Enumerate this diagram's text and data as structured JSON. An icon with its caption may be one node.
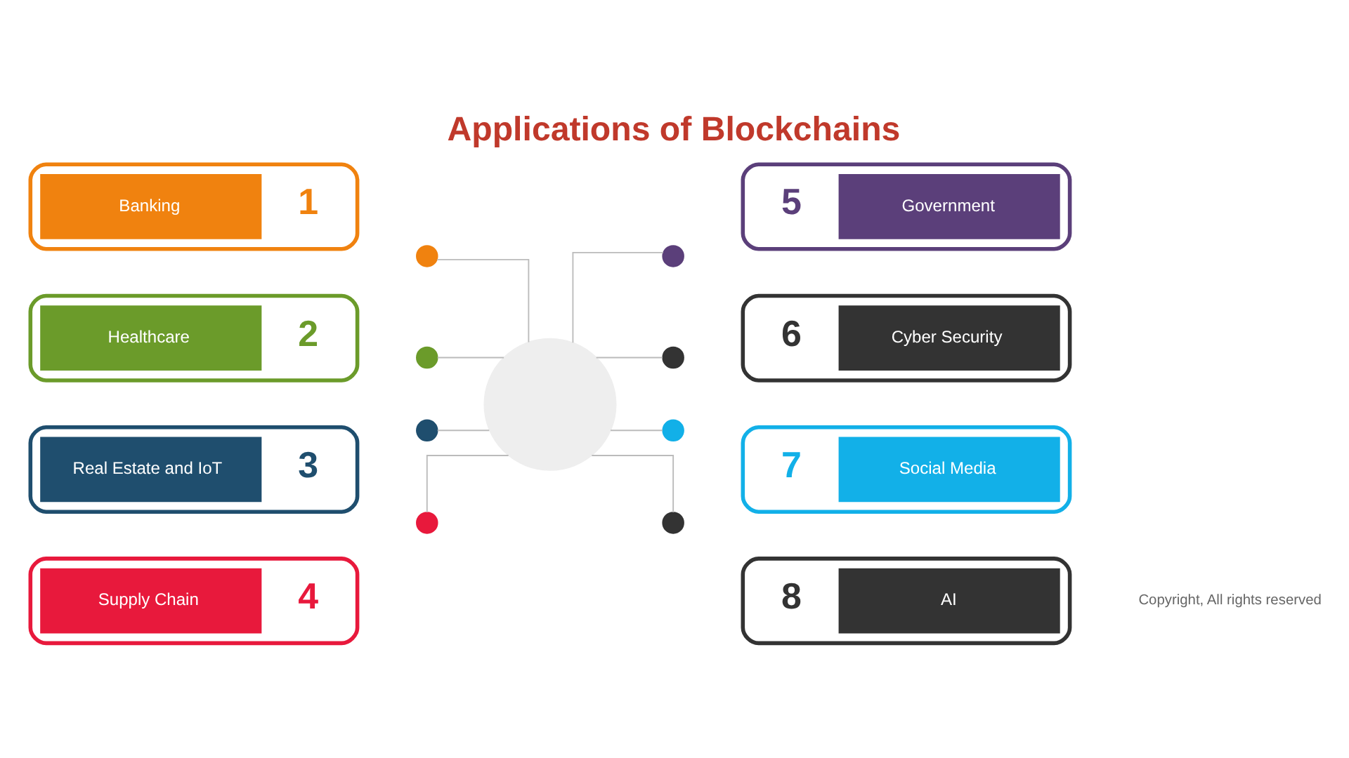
{
  "diagram": {
    "title": "Applications of Blockchains",
    "nodes": [
      {
        "text": [],
        "shape": "circle"
      },
      {
        "text": [
          "Banking",
          "1"
        ]
      },
      {
        "text": [
          "Healthcare",
          "2"
        ]
      },
      {
        "text": [
          "Real Estate and IoT",
          "3"
        ]
      },
      {
        "text": [
          "Supply Chain",
          "4"
        ]
      },
      {
        "text": [
          "5",
          "Government"
        ]
      },
      {
        "text": [
          "6",
          "Cyber Security"
        ]
      },
      {
        "text": [
          "7",
          "Social Media"
        ]
      },
      {
        "text": [
          "8",
          "AI"
        ]
      },
      {
        "text": [],
        "shape": "circle"
      },
      {
        "text": [],
        "shape": "circle"
      },
      {
        "text": [],
        "shape": "circle"
      },
      {
        "text": [],
        "shape": "circle"
      },
      {
        "text": [],
        "shape": "circle"
      },
      {
        "text": [],
        "shape": "circle"
      },
      {
        "text": [],
        "shape": "circle"
      },
      {
        "text": [],
        "shape": "circle"
      }
    ],
    "edges": [
      {
        "from": 9,
        "to": 0,
        "arrow": "none"
      },
      {
        "from": 10,
        "to": 0,
        "arrow": "none"
      },
      {
        "from": 11,
        "to": 0,
        "arrow": "none"
      },
      {
        "from": 12,
        "to": 0,
        "arrow": "none"
      },
      {
        "from": 0,
        "to": 13,
        "arrow": "none"
      },
      {
        "from": 0,
        "to": 14,
        "arrow": "none"
      },
      {
        "from": 0,
        "to": 15,
        "arrow": "none"
      },
      {
        "from": 0,
        "to": 16,
        "arrow": "none"
      }
    ],
    "labels": [
      "Copyright, All rights reserved"
    ]
  }
}
